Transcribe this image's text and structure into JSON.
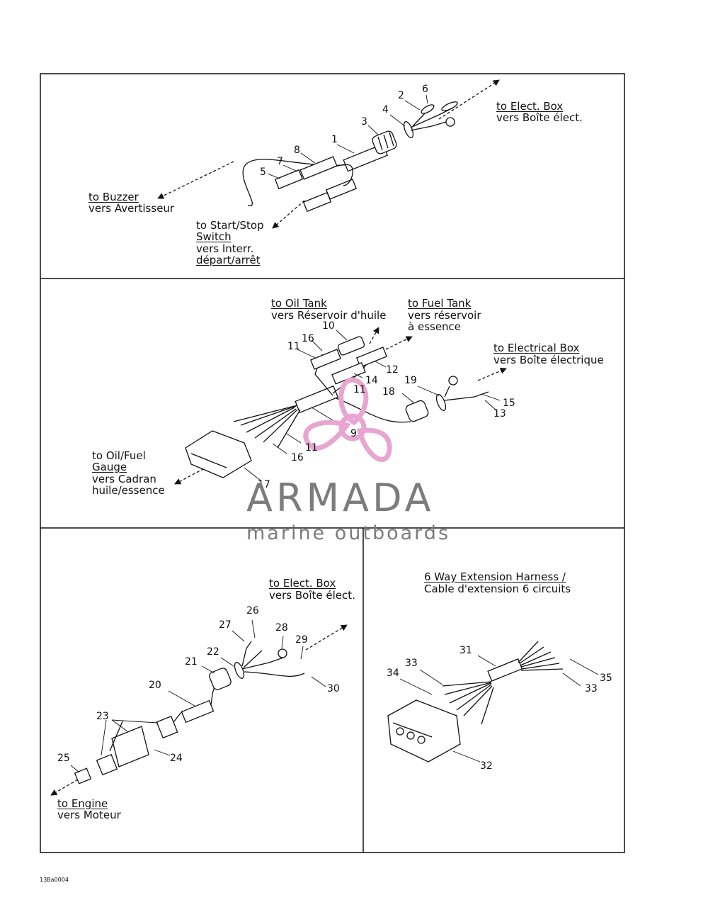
{
  "panel1": {
    "elect_box": [
      "to Elect. Box",
      "vers Boîte élect."
    ],
    "buzzer": [
      "to Buzzer",
      "vers Avertisseur"
    ],
    "start_stop": [
      "to Start/Stop",
      "Switch",
      "vers Interr.",
      "départ/arrêt"
    ],
    "callouts": [
      "1",
      "2",
      "3",
      "4",
      "5",
      "6",
      "7",
      "8"
    ]
  },
  "panel2": {
    "oil_tank": [
      "to Oil Tank",
      "vers Réservoir d'huile"
    ],
    "fuel_tank": [
      "to Fuel Tank",
      "vers réservoir",
      "à essence"
    ],
    "electrical_box": [
      "to Electrical Box",
      "vers Boîte électrique"
    ],
    "gauge": [
      "to Oil/Fuel",
      "Gauge",
      "vers Cadran",
      "huile/essence"
    ],
    "callouts": [
      "9",
      "10",
      "11",
      "11",
      "11",
      "12",
      "13",
      "14",
      "15",
      "16",
      "16",
      "17",
      "18",
      "19"
    ]
  },
  "panel3": {
    "elect_box": [
      "to Elect. Box",
      "vers Boîte élect."
    ],
    "engine": [
      "to Engine",
      "vers Moteur"
    ],
    "callouts": [
      "20",
      "21",
      "22",
      "23",
      "24",
      "25",
      "26",
      "27",
      "28",
      "29",
      "30"
    ]
  },
  "panel4": {
    "title": [
      "6 Way Extension Harness /",
      "Cable d'extension 6 circuits"
    ],
    "callouts": [
      "31",
      "32",
      "33",
      "33",
      "34",
      "35"
    ]
  },
  "watermark": {
    "word": "ARMADA",
    "sub": "marine outboards",
    "color": "#e7a6d0"
  },
  "figure_code": "13Ba0004"
}
